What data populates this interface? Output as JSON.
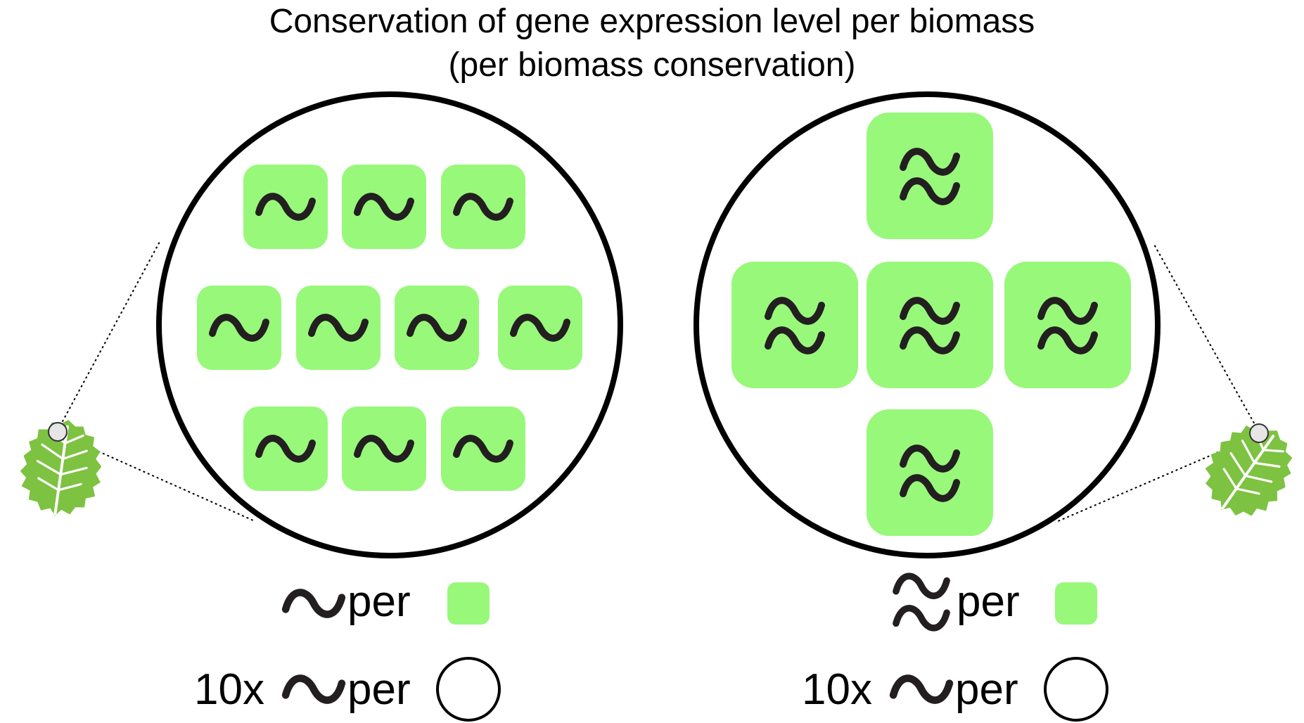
{
  "title": {
    "line1": "Conservation of gene expression level per biomass",
    "line2": "(per biomass conservation)"
  },
  "colors": {
    "cell": "#98f87a",
    "transcript": "#231f20",
    "circle": "#000000",
    "leaf": "#7dc241",
    "leaf_vein": "#ffffff"
  },
  "left_panel": {
    "cell_count": 10,
    "transcripts_per_cell": 1,
    "legend_row1": {
      "per_label": "per"
    },
    "legend_row2": {
      "multiplier": "10x",
      "per_label": "per"
    }
  },
  "right_panel": {
    "cell_count": 5,
    "transcripts_per_cell": 2,
    "legend_row1": {
      "per_label": "per"
    },
    "legend_row2": {
      "multiplier": "10x",
      "per_label": "per"
    }
  },
  "icons": {
    "single_transcript": "tilde-icon",
    "double_transcript": "double-tilde-icon",
    "cell": "cell-square-icon",
    "sample": "sample-circle-icon",
    "leaf": "leaf-icon"
  }
}
